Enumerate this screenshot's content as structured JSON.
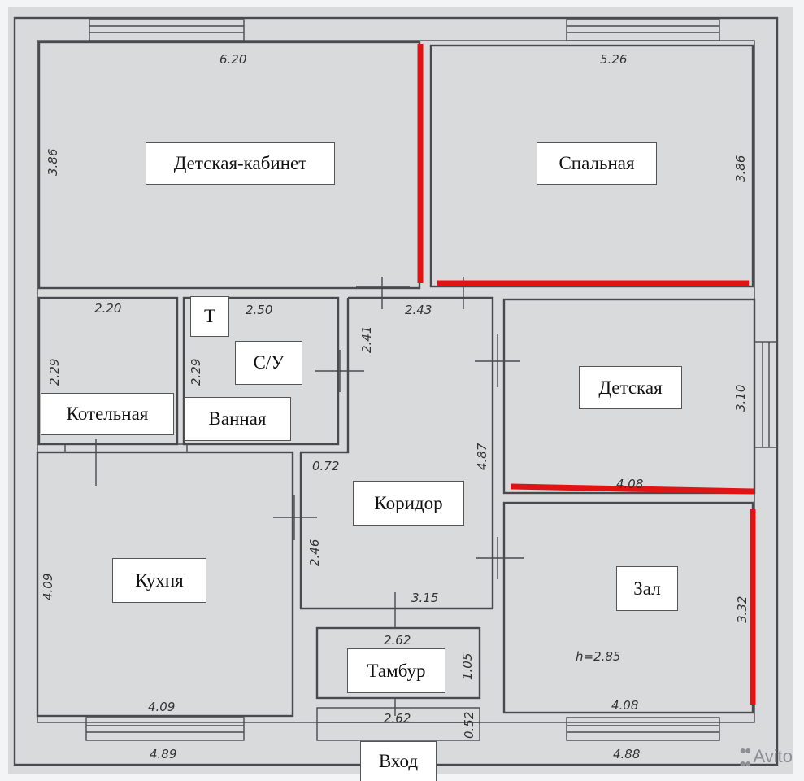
{
  "rooms": {
    "detskaya_kabinet": "Детская-кабинет",
    "spalnaya": "Спальная",
    "t": "Т",
    "su": "С/У",
    "kotelnaya": "Котельная",
    "vannaya": "Ванная",
    "detskaya": "Детская",
    "koridor": "Коридор",
    "kuhnya": "Кухня",
    "zal": "Зал",
    "tambur": "Тамбур",
    "vhod": "Вход"
  },
  "dimensions": {
    "d620": "6.20",
    "d526": "5.26",
    "d386_left": "3.86",
    "d386_right": "3.86",
    "d220": "2.20",
    "d250": "2.50",
    "d243": "2.43",
    "d229_a": "2.29",
    "d229_b": "2.29",
    "d241": "2.41",
    "d310": "3.10",
    "d408_mid": "4.08",
    "d072": "0.72",
    "d487": "4.87",
    "d246": "2.46",
    "d409_left": "4.09",
    "d315": "3.15",
    "d262_a": "2.62",
    "d105": "1.05",
    "d262_b": "2.62",
    "d052": "0.52",
    "d409_bottom": "4.09",
    "d332": "3.32",
    "h285": "h=2.85",
    "d408_bottom": "4.08",
    "d489": "4.89",
    "d488": "4.88"
  },
  "watermark": "Avito",
  "colors": {
    "marker": "#e01414",
    "wall": "#4a4a4e",
    "paper": "#d9dadc"
  }
}
